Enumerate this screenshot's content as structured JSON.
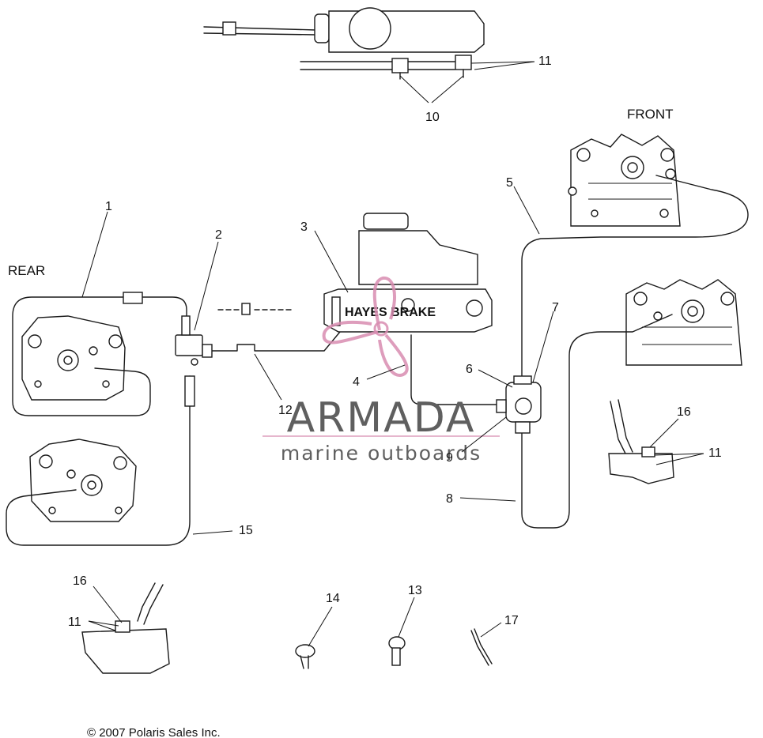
{
  "headings": {
    "rear": "REAR",
    "front": "FRONT"
  },
  "callouts": {
    "c1": "1",
    "c2": "2",
    "c3": "3",
    "c4": "4",
    "c5": "5",
    "c6": "6",
    "c7": "7",
    "c8": "8",
    "c9": "9",
    "c10": "10",
    "c11_top": "11",
    "c11_right": "11",
    "c11_left": "11",
    "c12": "12",
    "c13": "13",
    "c14": "14",
    "c15": "15",
    "c16_right": "16",
    "c16_left": "16",
    "c17": "17"
  },
  "part_marking": "HAYES BRAKE",
  "watermark": {
    "name": "ARMADA",
    "tagline": "marine outboards",
    "accent_color": "#d88cb0"
  },
  "copyright": "© 2007 Polaris Sales Inc."
}
